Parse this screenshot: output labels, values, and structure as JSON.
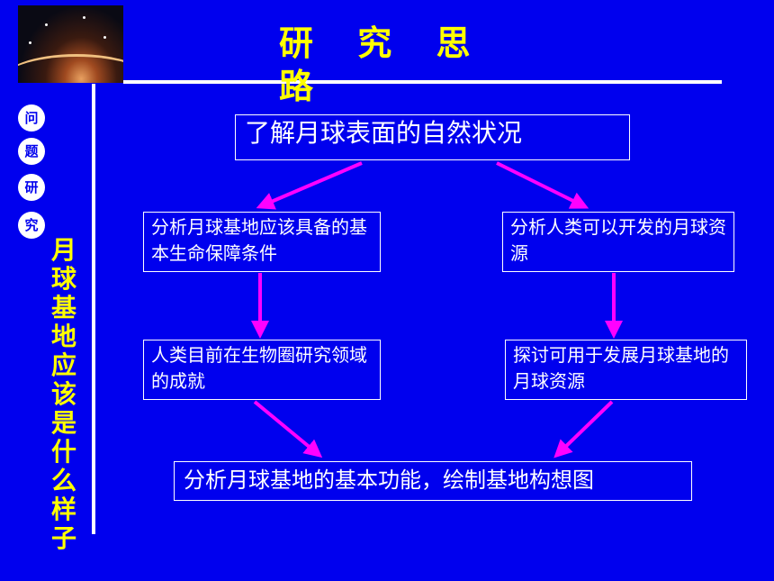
{
  "header": {
    "title": "研 究 思 路"
  },
  "sidebar": {
    "circles": [
      "问",
      "题",
      "研",
      "究"
    ],
    "vertical_title": "月球基地应该是什么样子"
  },
  "diagram": {
    "top": "了解月球表面的自然状况",
    "left_1": "分析月球基地应该具备的基本生命保障条件",
    "right_1": "分析人类可以开发的月球资源",
    "left_2": "人类目前在生物圈研究领域的成就",
    "right_2": "探讨可用于发展月球基地的月球资源",
    "bottom": "分析月球基地的基本功能，绘制基地构想图"
  },
  "colors": {
    "background": "#0000ee",
    "title": "#ffff00",
    "arrow": "#ff00ff",
    "line": "#ffffff"
  }
}
